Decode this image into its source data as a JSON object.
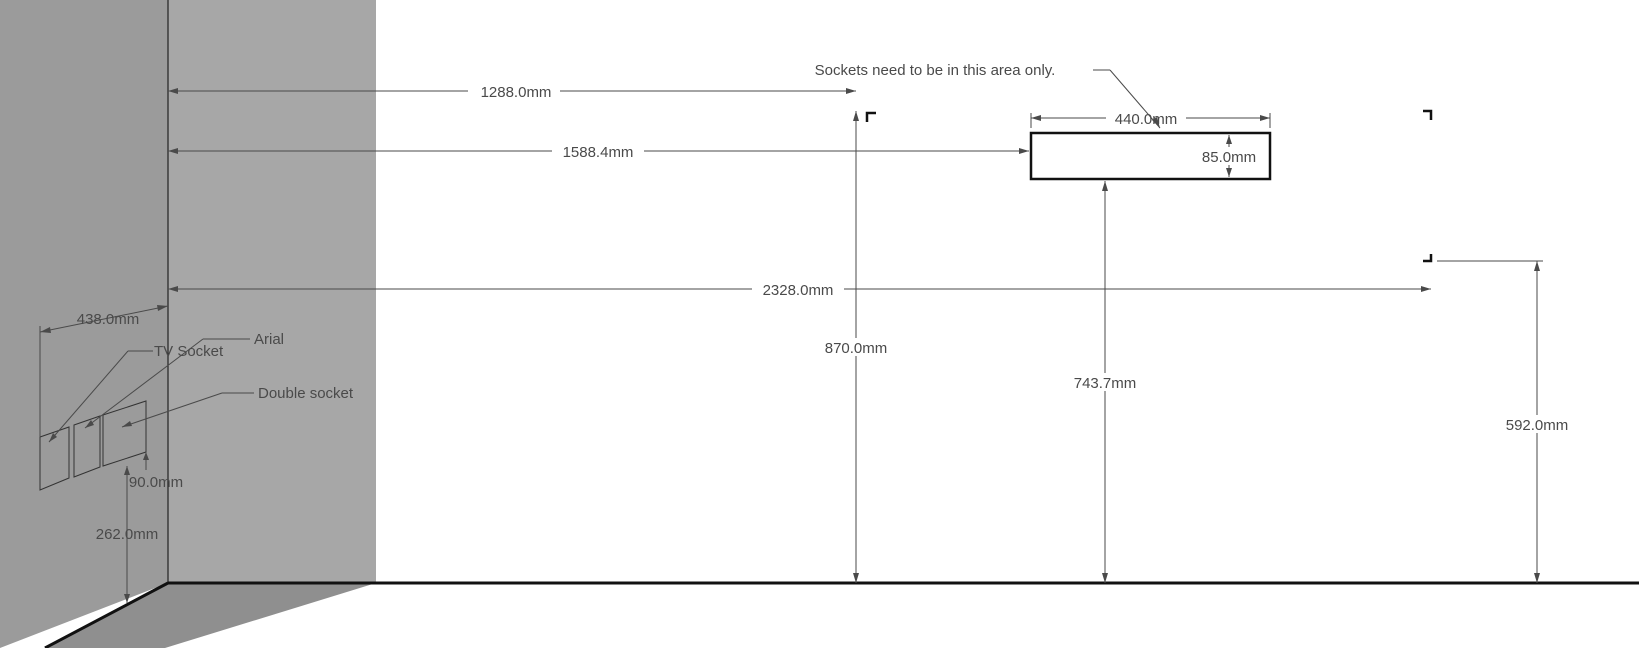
{
  "diagram": {
    "annotations": {
      "sockets_area_note": "Sockets need to be in this area only.",
      "tv_socket": "TV Socket",
      "aerial": "Arial",
      "double_socket": "Double socket"
    },
    "dimensions": {
      "d_1288": "1288.0mm",
      "d_1588": "1588.4mm",
      "d_2328": "2328.0mm",
      "d_440": "440.0mm",
      "d_85": "85.0mm",
      "d_870": "870.0mm",
      "d_743": "743.7mm",
      "d_592": "592.0mm",
      "d_438": "438.0mm",
      "d_90": "90.0mm",
      "d_262": "262.0mm"
    }
  }
}
